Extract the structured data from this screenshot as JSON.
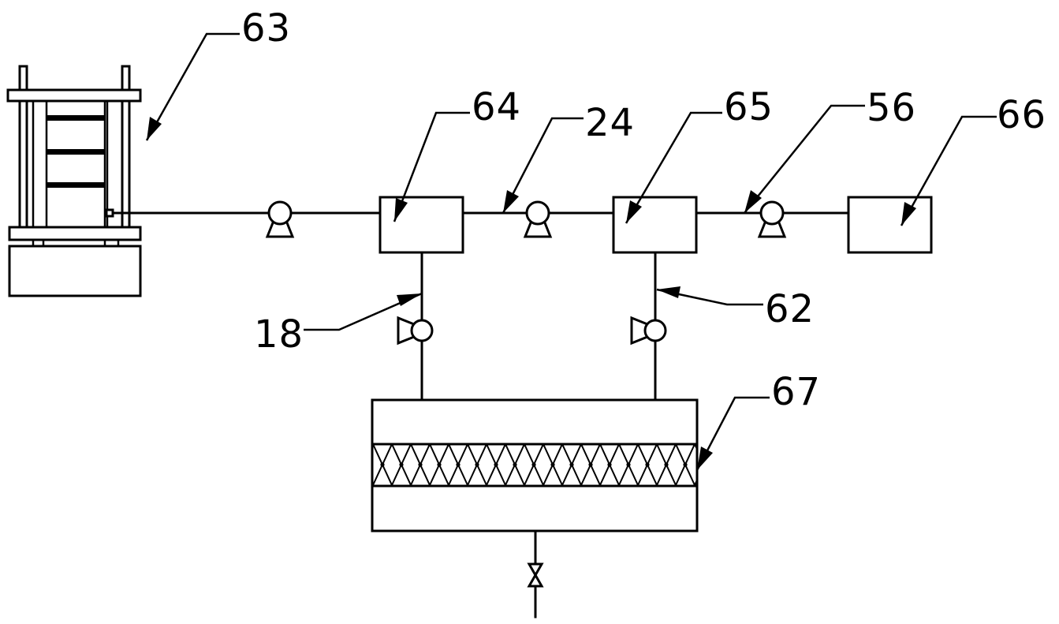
{
  "labels": {
    "press": "63",
    "tank1": "64",
    "pipe_a": "24",
    "tank2": "65",
    "pipe_b": "56",
    "tank3": "66",
    "branch_left": "18",
    "branch_right": "62",
    "filter": "67"
  }
}
